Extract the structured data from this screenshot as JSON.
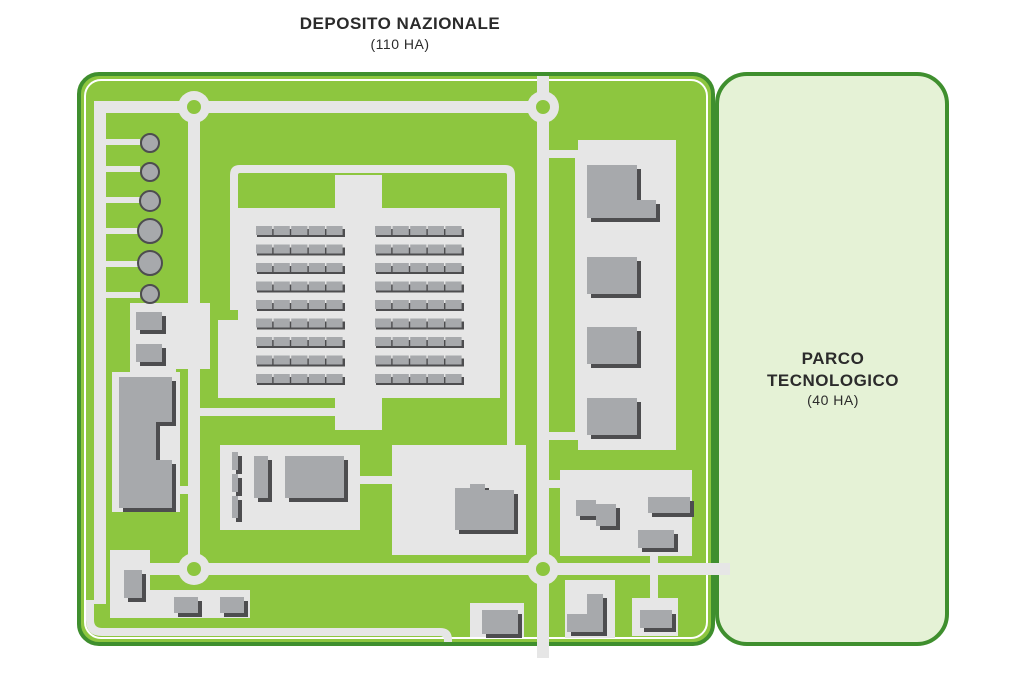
{
  "deposito": {
    "title": "DEPOSITO NAZIONALE",
    "area": "(110 HA)"
  },
  "parco": {
    "title_line1": "PARCO",
    "title_line2": "TECNOLOGICO",
    "area": "(40 HA)"
  },
  "colors": {
    "site_green": "#8dc63f",
    "site_border": "#3f8f2e",
    "park_fill": "#e5f2d6",
    "road_grey": "#e6e6e6",
    "building_grey": "#a7a9ac",
    "building_shadow": "#4d4d4f"
  }
}
